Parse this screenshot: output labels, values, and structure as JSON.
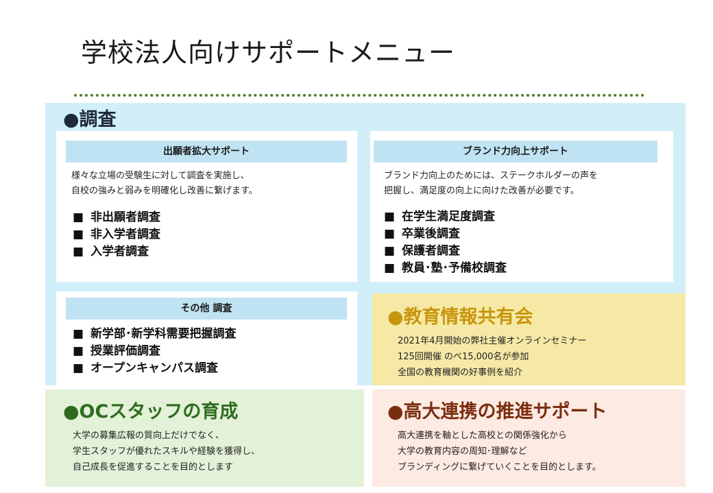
{
  "title": "学校法人向けサポートメニュー",
  "survey": {
    "heading": "●調査",
    "applicants": {
      "header": "出願者拡大サポート",
      "desc": [
        "様々な立場の受験生に対して調査を実施し、",
        "自校の強みと弱みを明確化し改善に繋げます。"
      ],
      "items": [
        "非出願者調査",
        "非入学者調査",
        "入学者調査"
      ]
    },
    "brand": {
      "header": "ブランド力向上サポート",
      "desc": [
        "ブランド力向上のためには、ステークホルダーの声を",
        "把握し、満足度の向上に向けた改善が必要です。"
      ],
      "items": [
        "在学生満足度調査",
        "卒業後調査",
        "保護者調査",
        "教員･塾･予備校調査"
      ]
    },
    "other": {
      "header": "その他 調査",
      "items": [
        "新学部･新学科需要把握調査",
        "授業評価調査",
        "オープンキャンパス調査"
      ]
    }
  },
  "bullet_mark": "■",
  "education_info": {
    "heading": "●教育情報共有会",
    "desc": [
      "2021年4月開始の弊社主催オンラインセミナー",
      "125回開催 のべ15,000名が参加",
      "全国の教育機関の好事例を紹介"
    ]
  },
  "oc_staff": {
    "heading": "●OCスタッフの育成",
    "desc": [
      "大学の募集広報の質向上だけでなく、",
      "学生スタッフが優れたスキルや経験を獲得し、",
      "自己成長を促進することを目的とします"
    ]
  },
  "highschool_univ": {
    "heading": "●高大連携の推進サポート",
    "desc": [
      "高大連携を軸とした高校との関係強化から",
      "大学の教育内容の周知･理解など",
      "ブランディングに繋げていくことを目的とします。"
    ]
  },
  "colors": {
    "survey_bg": "#d1eff8",
    "panel_header": "#bfe3f3",
    "education_bg": "#f6e9a6",
    "education_text": "#c8960c",
    "oc_bg": "#e2f1d8",
    "oc_text": "#2e6b1f",
    "hs_bg": "#fdeae2",
    "hs_text": "#7a2e10",
    "dotline": "#4e7a2a"
  }
}
